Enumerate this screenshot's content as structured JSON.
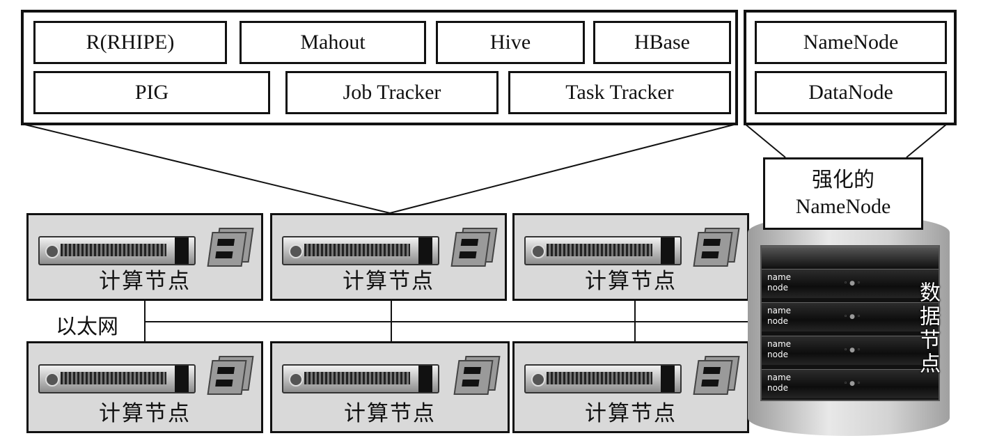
{
  "left_panel": {
    "row1": [
      "R(RHIPE)",
      "Mahout",
      "Hive",
      "HBase"
    ],
    "row2": [
      "PIG",
      "Job Tracker",
      "Task Tracker"
    ]
  },
  "right_panel": {
    "items": [
      "NameNode",
      "DataNode"
    ]
  },
  "enhanced_namenode": {
    "line1": "强化的",
    "line2": "NameNode"
  },
  "network_label": "以太网",
  "compute_node_label": "计算节点",
  "storage": {
    "unit_label_line1": "name",
    "unit_label_line2": "node",
    "data_nodes_label": "数据节点"
  }
}
